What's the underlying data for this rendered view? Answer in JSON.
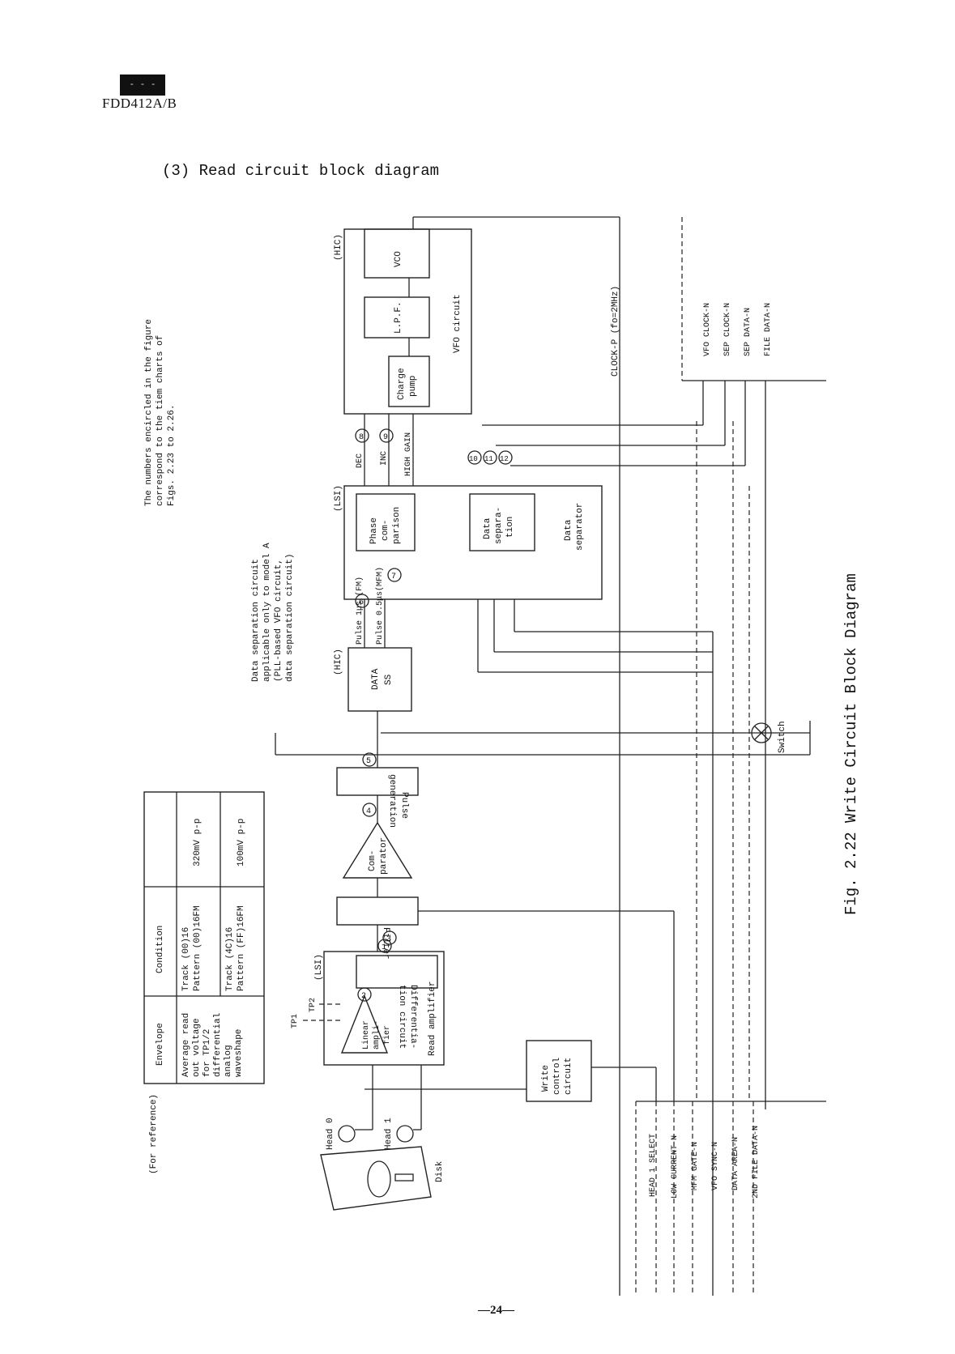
{
  "header": {
    "logo_text": "- - -",
    "model": "FDD412A/B",
    "section_title": "(3)  Read circuit block diagram"
  },
  "note_figure": [
    "The numbers encircled in the figure",
    "correspond to the tiem charts of",
    "Figs. 2.23 to 2.26."
  ],
  "note_model": [
    "Data separation circuit",
    "applicable only to model A",
    "(PLL-based VFO circuit,",
    "data separation circuit)"
  ],
  "blocks": {
    "hic_vfo": "(HIC)",
    "vfo_circuit": "VFO circuit",
    "charge_pump": [
      "Charge",
      "pump"
    ],
    "lpf": "L.P.F.",
    "vco": "VCO",
    "lsi_sep": "(LSI)",
    "phase_comparison": [
      "Phase",
      "com-",
      "parison"
    ],
    "data_separation": [
      "Data",
      "separa-",
      "tion"
    ],
    "data_separator": [
      "Data",
      "separator"
    ],
    "hic_data": "(HIC)",
    "data_ss": [
      "DATA",
      "SS"
    ],
    "pulse_generation": [
      "Pulse",
      "generation"
    ],
    "comparator": [
      "Com-",
      "parator"
    ],
    "filter": "Filter",
    "lsi_amp": "(LSI)",
    "differentiation": [
      "Differentia-",
      "tion circuit"
    ],
    "linear_amplifier": [
      "Linear",
      "ampli-",
      "fier"
    ],
    "read_amplifier": "Read amplifier",
    "write_control": [
      "Write",
      "control",
      "circuit"
    ],
    "tp1": "TP1",
    "tp2": "TP2",
    "head0": "Head 0",
    "head1": "Head 1",
    "disk": "Disk",
    "switch": "Switch"
  },
  "signals": {
    "dec": "DEC",
    "inc": "INC",
    "high_gain": "HIGH GAIN",
    "pulse_fm": "Pulse 1μs (FM)",
    "pulse_mfm": "Pulse 0.5μs(MFM)",
    "clock_p": "CLOCK-P (fo=2MHz)",
    "outputs": [
      "VFO CLOCK-N",
      "SEP CLOCK-N",
      "SEP DATA-N",
      "FILE DATA-N"
    ],
    "inputs": [
      "HEAD 1 SELECT",
      "LOW CURRENT-N",
      "MFM GATE-N",
      "VFO SYNC-N",
      "DATA AREA-N",
      "2ND FILE DATA-N"
    ]
  },
  "numbers": [
    "1",
    "2",
    "3",
    "4",
    "5",
    "6",
    "7",
    "8",
    "9",
    "10",
    "11",
    "12"
  ],
  "reference": {
    "caption": "(For reference)",
    "headers": [
      "Envelope",
      "Condition"
    ],
    "rows": [
      {
        "envelope": [
          "Average read",
          "out voltage",
          "for TP1/2",
          "differential",
          "analog",
          "waveshape"
        ],
        "condition": [
          "Track (00)16",
          "Pattern (00)16FM"
        ],
        "value": "320mV p-p"
      },
      {
        "envelope": [],
        "condition": [
          "Track (4C)16",
          "Pattern (FF)16FM"
        ],
        "value": "100mV p-p"
      }
    ]
  },
  "figure_caption": "Fig. 2.22  Write Circuit Block Diagram",
  "page_number": "—24—"
}
